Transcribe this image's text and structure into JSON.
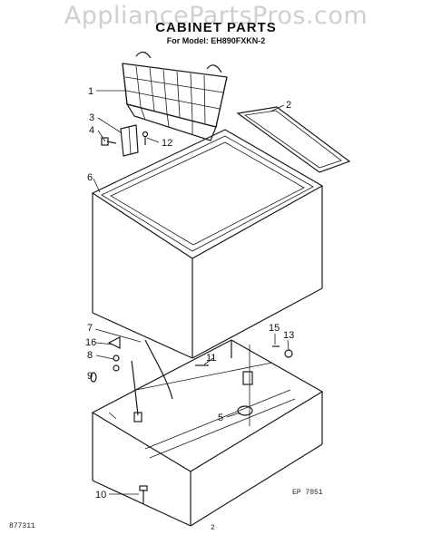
{
  "header": {
    "watermark": "AppliancePartsPros.com",
    "title": "CABINET PARTS",
    "model": "For Model: EH890FXKN-2"
  },
  "callouts": {
    "c1": "1",
    "c2": "2",
    "c3": "3",
    "c4": "4",
    "c5": "5",
    "c6": "6",
    "c7": "7",
    "c8": "8",
    "c9": "9",
    "c10": "10",
    "c11": "11",
    "c12": "12",
    "c13": "13",
    "c15": "15",
    "c16": "16"
  },
  "footer": {
    "doc_number": "877311",
    "page_number": "2",
    "drawing_code": "EP 7051"
  }
}
